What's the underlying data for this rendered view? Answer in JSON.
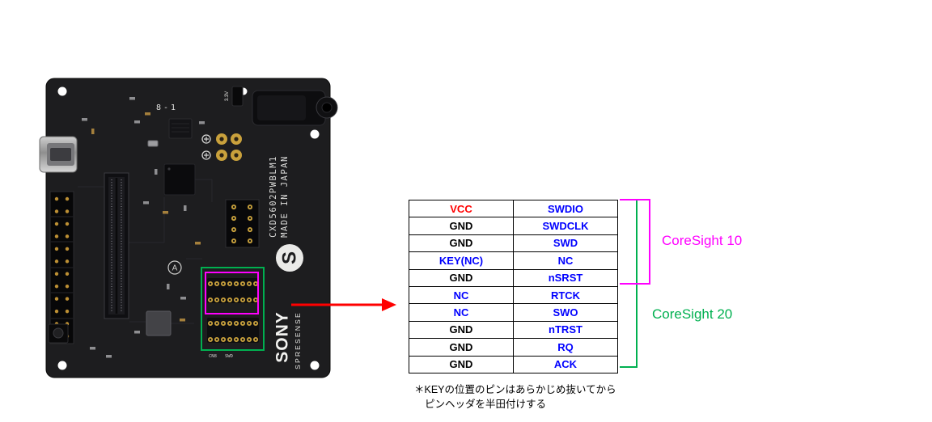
{
  "board": {
    "silkscreen": {
      "top_label": "8-1",
      "model": "CXD5602PWBLM1",
      "origin": "MADE IN JAPAN",
      "brand": "SONY",
      "product": "SPRESENSE",
      "logo_glyph": "S",
      "revision_mark": "A",
      "voltage_label": "3.3V",
      "connector_label": "CN8",
      "swd_label": "SWD"
    }
  },
  "pin_table": {
    "rows": [
      {
        "left": "VCC",
        "right": "SWDIO"
      },
      {
        "left": "GND",
        "right": "SWDCLK"
      },
      {
        "left": "GND",
        "right": "SWD"
      },
      {
        "left": "KEY(NC)",
        "right": "NC"
      },
      {
        "left": "GND",
        "right": "nSRST"
      },
      {
        "left": "NC",
        "right": "RTCK"
      },
      {
        "left": "NC",
        "right": "SWO"
      },
      {
        "left": "GND",
        "right": "nTRST"
      },
      {
        "left": "GND",
        "right": "RQ"
      },
      {
        "left": "GND",
        "right": "ACK"
      }
    ]
  },
  "brackets": [
    {
      "label": "CoreSight 10",
      "color": "#FF00FF",
      "rows_spanned": "1-5"
    },
    {
      "label": "CoreSight 20",
      "color": "#00B050",
      "rows_spanned": "1-10"
    }
  ],
  "note": {
    "line1": "＊KEYの位置のピンはあらかじめ抜いてから",
    "line2": "ピンヘッダを半田付けする"
  },
  "colors": {
    "vcc_text": "#FF0000",
    "signal_text": "#0000FF",
    "gnd_text": "#000000",
    "key_cell_bg": "#BFBFBF",
    "arrow": "#FF0000",
    "coresight10": "#FF00FF",
    "coresight20": "#00B050"
  }
}
